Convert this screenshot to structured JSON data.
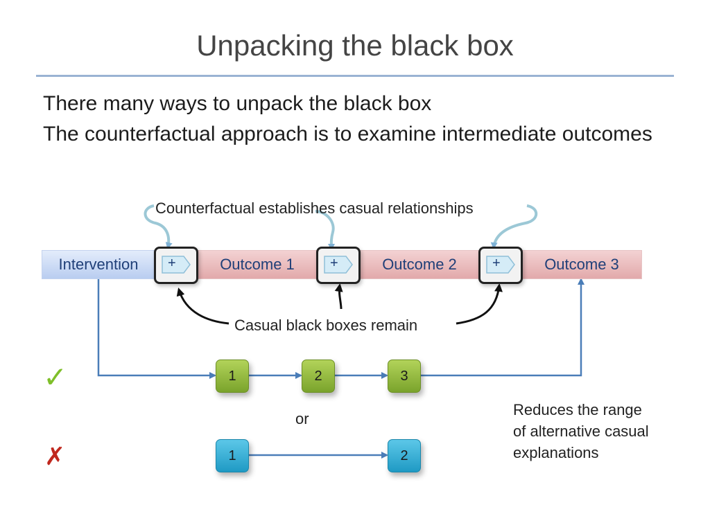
{
  "slide": {
    "title": "Unpacking the black box",
    "bullets": [
      "There many ways to unpack the black box",
      "The counterfactual approach is to examine intermediate outcomes"
    ]
  },
  "diagram": {
    "top_callout": "Counterfactual establishes casual relationships",
    "chain": [
      {
        "label": "Intervention"
      },
      {
        "label": "Outcome 1"
      },
      {
        "label": "Outcome 2"
      },
      {
        "label": "Outcome 3"
      }
    ],
    "plus_symbol": "+",
    "bottom_callout": "Casual black boxes remain",
    "good_path": {
      "mark": "✓",
      "nodes": [
        "1",
        "2",
        "3"
      ]
    },
    "or_label": "or",
    "bad_path": {
      "mark": "✗",
      "nodes": [
        "1",
        "2"
      ]
    },
    "side_note": [
      "Reduces the range",
      "of alternative casual",
      "explanations"
    ],
    "colors": {
      "intervention": "#b9cdf0",
      "outcome": "#e2a9ab",
      "good_node": "#8db43a",
      "bad_node": "#2aa6d0",
      "connector": "#4a7db8",
      "check": "#7fbf2a",
      "cross": "#c0281e"
    }
  }
}
